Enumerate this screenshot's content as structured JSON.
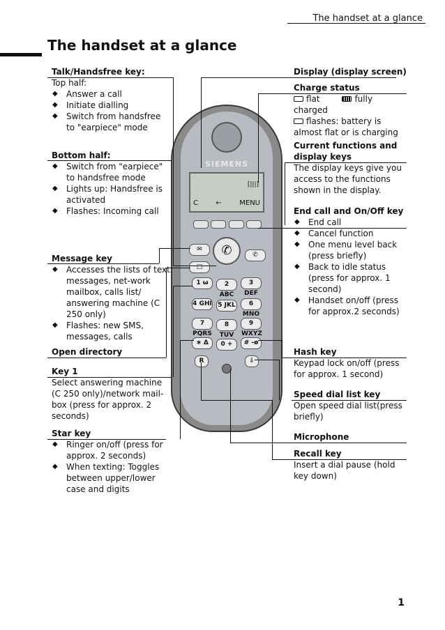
{
  "header": {
    "running_head": "The handset at a glance",
    "title": "The handset at a glance"
  },
  "left": {
    "talk": {
      "heading": "Talk/Handsfree key:",
      "sub": "Top half:",
      "items": [
        "Answer a call",
        "Initiate dialling",
        "Switch from handsfree to \"earpiece\" mode"
      ]
    },
    "bottom": {
      "heading": "Bottom half:",
      "items": [
        "Switch from \"earpiece\" to handsfree mode",
        "Lights up: Handsfree is activated",
        "Flashes: Incoming call"
      ]
    },
    "message": {
      "heading": "Message key",
      "items": [
        "Accesses the lists of text messages, net-work mailbox, calls list/ answering machine (C 250 only)",
        "Flashes: new SMS, messages, calls"
      ]
    },
    "directory": {
      "heading": "Open directory"
    },
    "key1": {
      "heading": "Key 1",
      "text": "Select answering machine (C 250 only)/network mail-box (press for approx. 2 seconds)"
    },
    "star": {
      "heading": "Star key",
      "items": [
        "Ringer on/off (press for approx. 2 seconds)",
        "When texting: Toggles between upper/lower case and digits"
      ]
    }
  },
  "right": {
    "display": {
      "heading": "Display (display screen)"
    },
    "charge": {
      "heading": "Charge status",
      "flat": "flat",
      "fully": "fully",
      "charged": "charged",
      "flashes": "flashes: battery is almost flat or is charging"
    },
    "functions": {
      "heading": "Current functions and display keys",
      "text": "The display keys give you access to the functions shown in the display."
    },
    "endcall": {
      "heading": "End call and On/Off key",
      "items": [
        "End call",
        "Cancel function",
        "One menu level back (press briefly)",
        "Back to idle status (press for approx. 1 second)",
        "Handset on/off (press for approx.2 seconds)"
      ]
    },
    "hash": {
      "heading": "Hash key",
      "text": "Keypad lock on/off (press for approx. 1 second)"
    },
    "speed": {
      "heading": "Speed dial list key",
      "text": "Open speed dial list(press briefly)"
    },
    "mic": {
      "heading": "Microphone"
    },
    "recall": {
      "heading": "Recall key",
      "text": "Insert a dial pause (hold key down)"
    }
  },
  "phone": {
    "brand": "SIEMENS",
    "soft_c": "C",
    "soft_arrow": "←",
    "soft_menu": "MENU",
    "battery": "[|||]",
    "keys": [
      "1 ω",
      "2 ABC",
      "3 DEF",
      "4 GHI",
      "5 JKL",
      "6 MNO",
      "7 PQRS",
      "8 TUV",
      "9 WXYZ",
      "∗ Δ",
      "0 +",
      "# -ø",
      "R",
      "✉",
      "□",
      "✆"
    ]
  },
  "page_number": "1"
}
